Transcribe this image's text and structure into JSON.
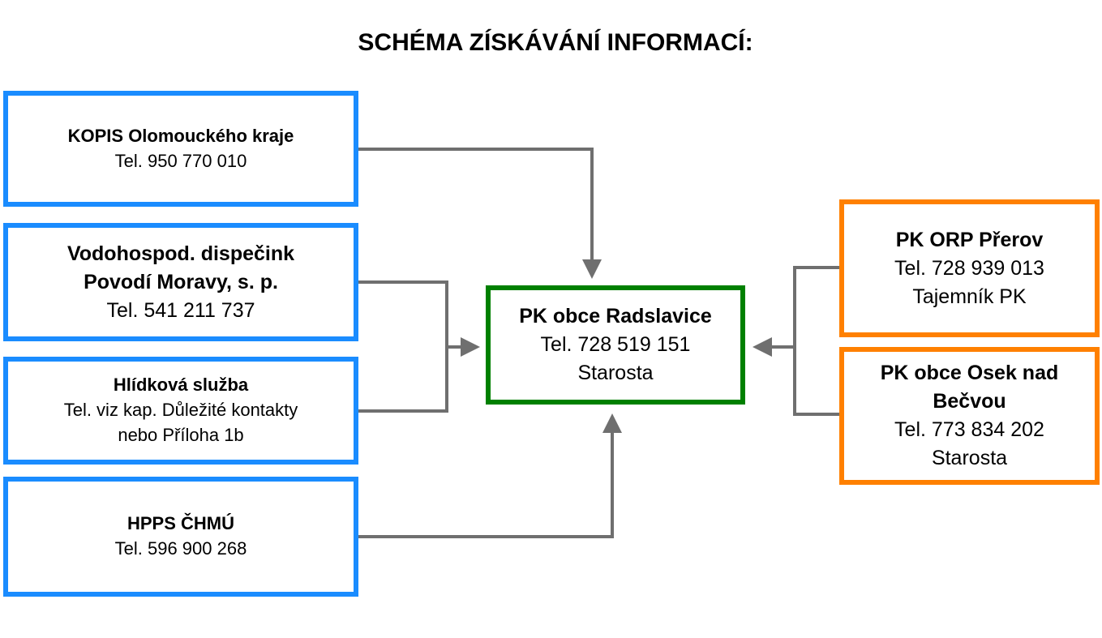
{
  "title": "SCHÉMA ZÍSKÁVÁNÍ INFORMACÍ:",
  "sources": [
    {
      "name": "KOPIS Olomouckého kraje",
      "lines": [
        "Tel. 950 770 010"
      ]
    },
    {
      "name": "Vodohospod. dispečink",
      "name2": "Povodí Moravy, s. p.",
      "lines": [
        "Tel. 541 211 737"
      ]
    },
    {
      "name": "Hlídková služba",
      "lines": [
        "Tel. viz kap. Důležité kontakty",
        "nebo Příloha 1b"
      ]
    },
    {
      "name": "HPPS ČHMÚ",
      "lines": [
        "Tel. 596 900 268"
      ]
    }
  ],
  "center": {
    "name": "PK obce Radslavice",
    "lines": [
      "Tel. 728 519 151",
      "Starosta"
    ]
  },
  "right": [
    {
      "name": "PK ORP Přerov",
      "lines": [
        "Tel. 728 939 013",
        "Tajemník PK"
      ]
    },
    {
      "name": "PK obce Osek nad",
      "name2": "Bečvou",
      "lines": [
        "Tel. 773 834 202",
        "Starosta"
      ]
    }
  ],
  "colors": {
    "source": "#1a8cff",
    "center": "#008000",
    "neighbor": "#ff8000",
    "connector": "#6f6f6f"
  }
}
